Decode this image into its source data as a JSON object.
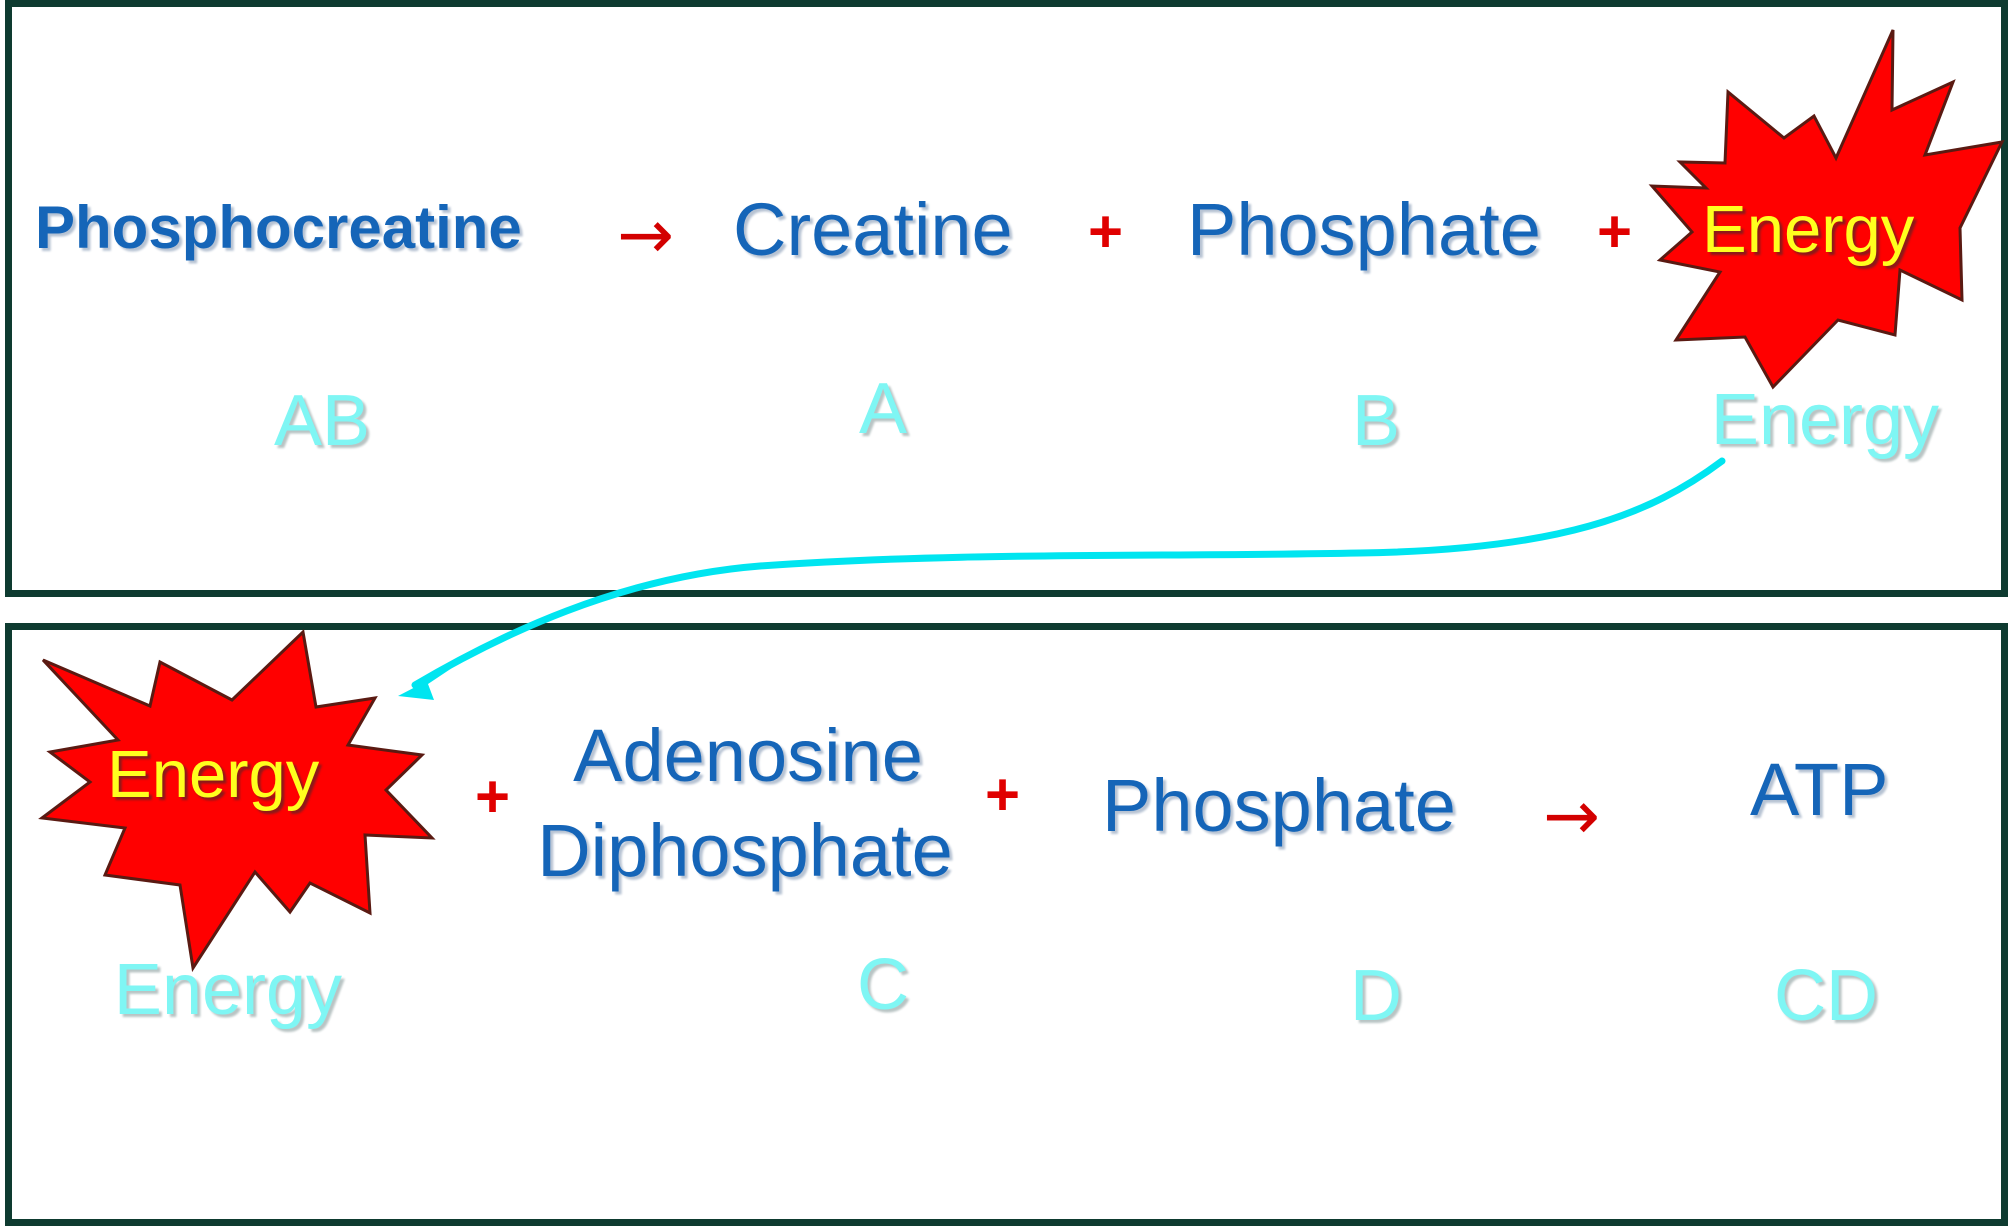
{
  "colors": {
    "border": "#0e3b30",
    "compound_text": "#1565b8",
    "letter_label": "#7ff6f4",
    "operator": "#e00000",
    "starburst_fill": "#ff0000",
    "starburst_text": "#ffff1e",
    "connector": "#00e5f0"
  },
  "top_reaction": {
    "reactant": "Phosphocreatine",
    "arrow": "→",
    "product_1": "Creatine",
    "plus_1": "+",
    "product_2": "Phosphate",
    "plus_2": "+",
    "energy": "Energy",
    "labels": {
      "reactant": "AB",
      "product_1": "A",
      "product_2": "B",
      "energy": "Energy"
    }
  },
  "bottom_reaction": {
    "energy": "Energy",
    "plus_1": "+",
    "reactant_1_line1": "Adenosine",
    "reactant_1_line2": "Diphosphate",
    "plus_2": "+",
    "reactant_2": "Phosphate",
    "arrow": "→",
    "product": "ATP",
    "labels": {
      "energy": "Energy",
      "reactant_1": "C",
      "reactant_2": "D",
      "product": "CD"
    }
  },
  "icons": {
    "starburst": "explosion-starburst-icon",
    "connector": "curved-arrow-icon"
  }
}
